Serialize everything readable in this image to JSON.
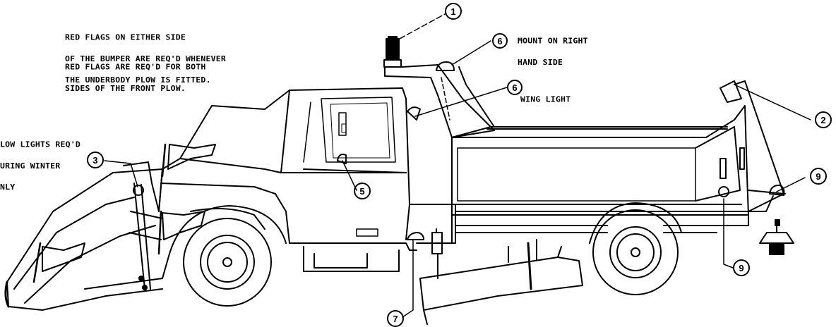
{
  "notes": {
    "flags_bumper_1": "RED FLAGS ON EITHER SIDE",
    "flags_bumper_2": "OF THE BUMPER ARE REQ'D WHENEVER",
    "flags_bumper_3": "THE UNDERBODY PLOW IS FITTED.",
    "flags_front_1": "RED FLAGS ARE REQ'D FOR BOTH",
    "flags_front_2": "SIDES OF THE FRONT PLOW.",
    "mount_1": "MOUNT ON RIGHT",
    "mount_2": "HAND SIDE",
    "wing_light": "WING LIGHT",
    "plow_lights_1": "LOW LIGHTS REQ'D",
    "plow_lights_2": "URING WINTER",
    "plow_lights_3": "NLY"
  },
  "callouts": {
    "c1": "1",
    "c2": "2",
    "c3": "3",
    "c5": "5",
    "c6a": "6",
    "c6b": "6",
    "c7": "7",
    "c9a": "9",
    "c9b": "9"
  }
}
